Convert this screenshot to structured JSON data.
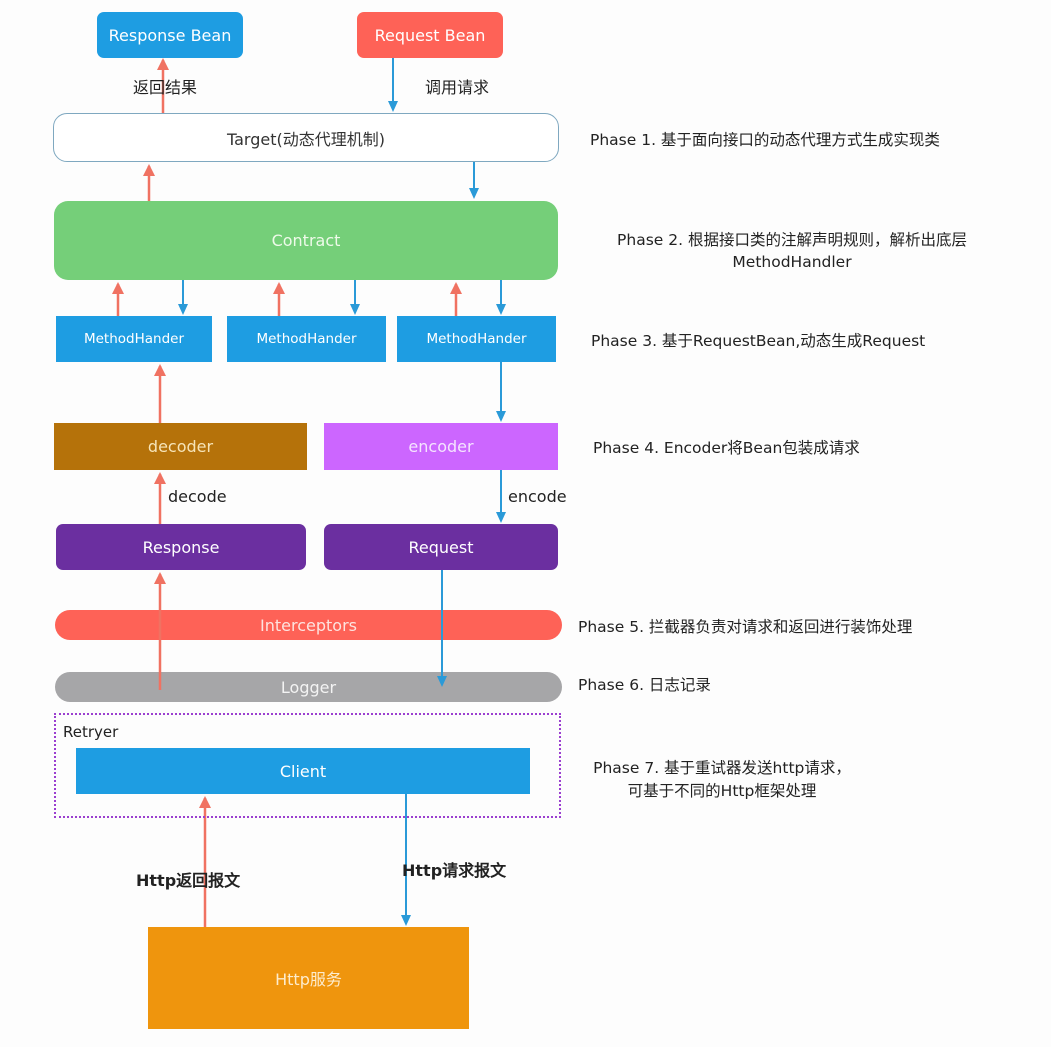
{
  "colors": {
    "response_arrow": "#f07262",
    "request_arrow": "#2a9ad8",
    "response_bean": "#1e9de2",
    "request_bean": "#fe6257",
    "target_border": "#7fa8c0",
    "contract": "#75cf79",
    "method_handler": "#1e9de2",
    "decoder": "#b5720a",
    "encoder": "#cc66ff",
    "response_request": "#6b2fa0",
    "interceptors": "#fe6257",
    "logger": "#a6a6a8",
    "retryer_border": "#9b3fd0",
    "client": "#1e9de2",
    "http_service": "#ef950d"
  },
  "nodes": {
    "response_bean": "Response Bean",
    "request_bean": "Request Bean",
    "target": "Target(动态代理机制)",
    "contract": "Contract",
    "method_handlers": [
      "MethodHander",
      "MethodHander",
      "MethodHander"
    ],
    "decoder": "decoder",
    "encoder": "encoder",
    "response": "Response",
    "request": "Request",
    "interceptors": "Interceptors",
    "logger": "Logger",
    "retryer": "Retryer",
    "client": "Client",
    "http_service": "Http服务"
  },
  "edge_labels": {
    "return_result": "返回结果",
    "invoke_request": "调用请求",
    "decode": "decode",
    "encode": "encode",
    "http_response_message": "Http返回报文",
    "http_request_message": "Http请求报文"
  },
  "phases": [
    {
      "line1": "Phase 1. 基于面向接口的动态代理方式生成实现类",
      "line2": ""
    },
    {
      "line1": "Phase 2. 根据接口类的注解声明规则，解析出底层",
      "line2": "MethodHandler"
    },
    {
      "line1": "Phase 3. 基于RequestBean,动态生成Request",
      "line2": ""
    },
    {
      "line1": "Phase 4. Encoder将Bean包装成请求",
      "line2": ""
    },
    {
      "line1": "Phase 5. 拦截器负责对请求和返回进行装饰处理",
      "line2": ""
    },
    {
      "line1": "Phase 6. 日志记录",
      "line2": ""
    },
    {
      "line1": "Phase 7. 基于重试器发送http请求，",
      "line2": "可基于不同的Http框架处理"
    }
  ]
}
